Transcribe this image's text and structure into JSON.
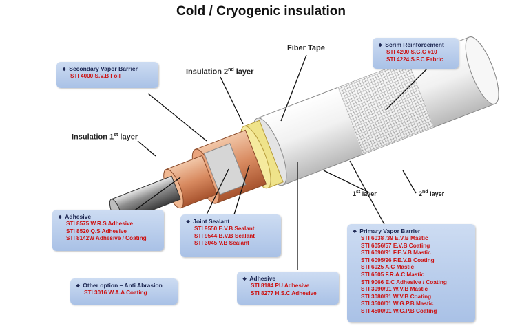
{
  "title": "Cold / Cryogenic insulation",
  "labels": {
    "fiber_tape": "Fiber Tape",
    "insulation_2nd": {
      "pre": "Insulation 2",
      "sup": "nd",
      "post": " layer"
    },
    "insulation_1st": {
      "pre": "Insulation 1",
      "sup": "st",
      "post": " layer"
    },
    "layer_1st": {
      "pre": "1",
      "sup": "st",
      "post": " layer"
    },
    "layer_2nd": {
      "pre": "2",
      "sup": "nd",
      "post": " layer"
    }
  },
  "boxes": {
    "secondary_vapor_barrier": {
      "heading": "Secondary Vapor Barrier",
      "items": [
        "STI 4000 S.V.B Foil"
      ]
    },
    "scrim_reinforcement": {
      "heading": "Scrim Reinforcement",
      "items": [
        "STI 4200 S.G.C #10",
        "STI 4224  S.F.C Fabric"
      ]
    },
    "adhesive_left": {
      "heading": "Adhesive",
      "items": [
        "STI 8575 W.R.S Adhesive",
        "STI 8520 Q.S Adhesive",
        "STI 8142W Adhesive / Coating"
      ]
    },
    "joint_sealant": {
      "heading": "Joint Sealant",
      "items": [
        "STI 9550 E.V.B Sealant",
        "STI 9544 B.V.B Sealant",
        "STI 3045 V.B Sealant"
      ]
    },
    "primary_vapor_barrier": {
      "heading": "Primary Vapor Barrier",
      "items": [
        "STI 6038 /39 E.V.B Mastic",
        "STI 6056/57 E.V.B Coating",
        "STI 6090/91 F.E.V.B Mastic",
        "STI 6095/96 F.E.V.B Coating",
        "STI 6025 A.C Mastic",
        "STI 6505 F.R.A.C Mastic",
        "STI 9066 E.C Adhesive / Coating",
        "STI 3090/91 W.V.B Mastic",
        "STI 3080/81 W.V.B Coating",
        "STI 3500/01 W.G.P.B Mastic",
        "STI 4500/01 W.G.P.B Coating"
      ]
    },
    "other_option": {
      "heading": "Other option – Anti Abrasion",
      "items": [
        "STI 3016 W.A.A Coating"
      ]
    },
    "adhesive_bottom": {
      "heading": "Adhesive",
      "items": [
        "STI 8184 PU Adhesive",
        "STI 8277 H.S.C Adhesive"
      ]
    }
  },
  "colors": {
    "box_fill": "#b9cdec",
    "item_text": "#cc1212",
    "insulation": "#d9906a",
    "foil": "#c9c9c9",
    "tape": "#f0e68c"
  }
}
